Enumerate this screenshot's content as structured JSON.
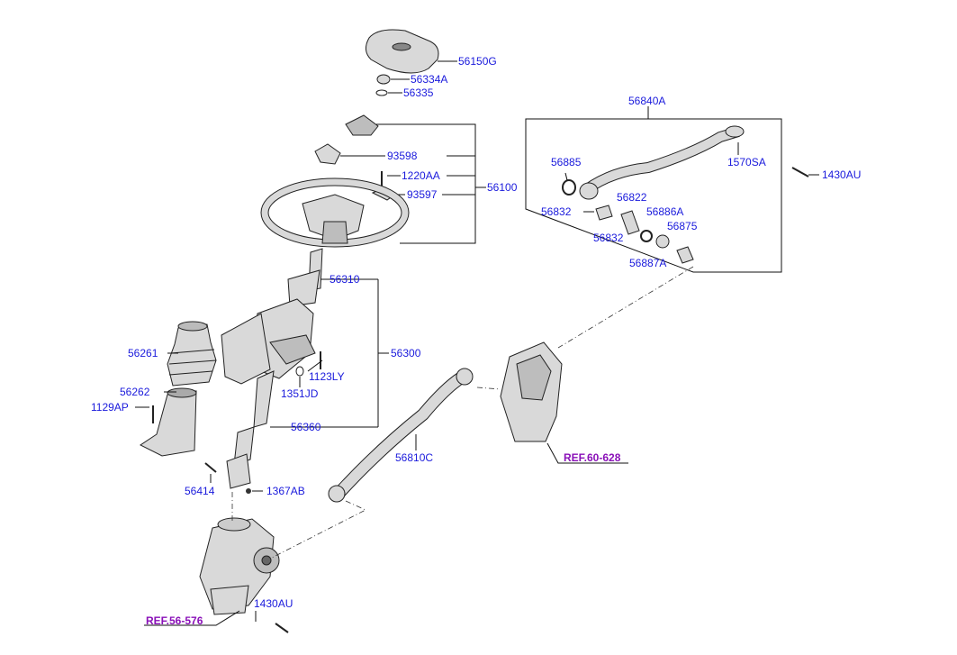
{
  "labels": {
    "p56150G": "56150G",
    "p56334A": "56334A",
    "p56335": "56335",
    "p93598": "93598",
    "p1220AA": "1220AA",
    "p93597": "93597",
    "p56100": "56100",
    "p56310": "56310",
    "p56261": "56261",
    "p56300": "56300",
    "p1123LY": "1123LY",
    "p1351JD": "1351JD",
    "p56262": "56262",
    "p1129AP": "1129AP",
    "p56360": "56360",
    "p56414": "56414",
    "p1367AB": "1367AB",
    "p1430AU_bottom": "1430AU",
    "p56810C": "56810C",
    "p56840A": "56840A",
    "p56885": "56885",
    "p1570SA": "1570SA",
    "p1430AU_right": "1430AU",
    "p56822": "56822",
    "p56832a": "56832",
    "p56886A": "56886A",
    "p56875": "56875",
    "p56832b": "56832",
    "p56887A": "56887A"
  },
  "references": {
    "ref_60_628": "REF.60-628",
    "ref_56_576": "REF.56-576"
  },
  "colors": {
    "label": "#1a1adc",
    "reference": "#8a10b8",
    "line": "#111111"
  }
}
